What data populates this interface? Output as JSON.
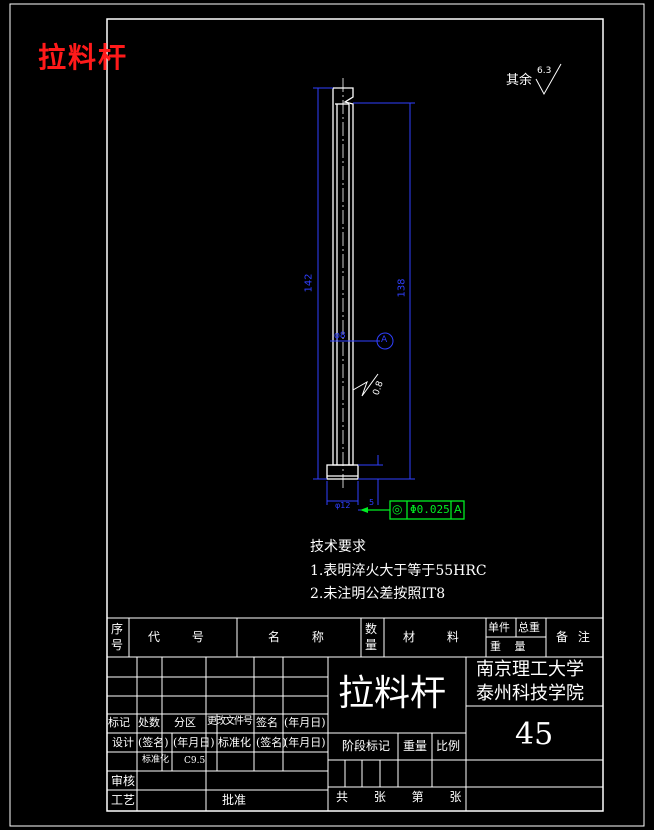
{
  "corner_title": "拉料杆",
  "roughness": {
    "prefix": "其余",
    "value": "6.3"
  },
  "dimensions": {
    "overall_length": "142",
    "length_138": "138",
    "shaft_dia": "φ8",
    "head_dia": "φ12",
    "head_height": "5",
    "rough_0_8": "0.8"
  },
  "datum_label": "A",
  "tolerance_frame": {
    "symbol": "◎",
    "value": "Φ0.025",
    "datum": "A"
  },
  "tech_requirements": {
    "title": "技术要求",
    "items": [
      "1.表明淬火大于等于55HRC",
      "2.未注明公差按照IT8"
    ]
  },
  "bom_header": {
    "seq": "序号",
    "code": "代 号",
    "name": "名 称",
    "qty": "数量",
    "material": "材 料",
    "unit_weight": "单件",
    "total_weight": "总重",
    "weight": "重 量",
    "remark": "备 注"
  },
  "title_block": {
    "part_name": "拉料杆",
    "school_line1": "南京理工大学",
    "school_line2": "泰州科技学院",
    "material": "45",
    "rev_labels": [
      "标记",
      "处数",
      "分区",
      "更改文件号",
      "签名",
      "(年月日)"
    ],
    "design_labels": [
      "设计",
      "(签名)",
      "(年月日)",
      "标准化",
      "(签名)",
      "(年月日)"
    ],
    "stage_label": "阶段标记",
    "weight_label": "重量",
    "scale_label": "比例",
    "standard_label": "标准化",
    "standard_value": "C9.5",
    "review_label": "审核",
    "process_label": "工艺",
    "approve_label": "批准",
    "sheets_label": "共 张 第 张"
  }
}
